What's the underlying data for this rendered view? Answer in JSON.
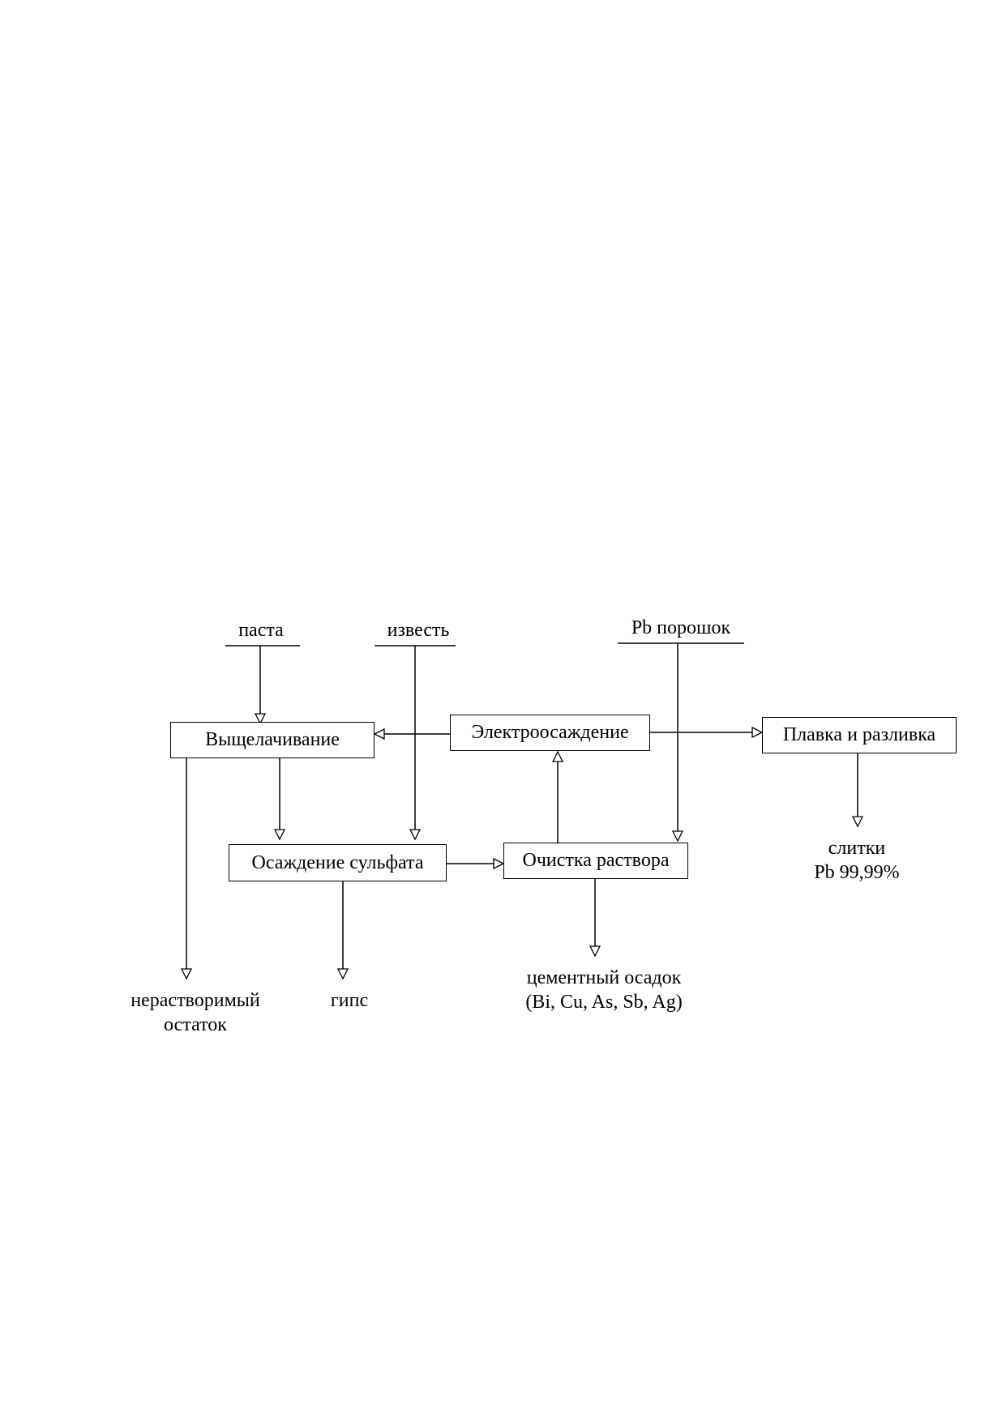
{
  "inputs": {
    "pasta": "паста",
    "lime": "известь",
    "pb_powder": "Pb порошок"
  },
  "processes": {
    "leaching": "Выщелачивание",
    "electrodeposition": "Электроосаждение",
    "smelting": "Плавка и разливка",
    "sulfate_precipitation": "Осаждение сульфата",
    "solution_purification": "Очистка раствора"
  },
  "outputs": {
    "ingots_line1": "слитки",
    "ingots_line2": "Pb 99,99%",
    "insoluble_line1": "нерастворимый",
    "insoluble_line2": "остаток",
    "gypsum": "гипс",
    "cement_line1": "цементный осадок",
    "cement_line2": "(Bi, Cu, As, Sb, Ag)"
  }
}
